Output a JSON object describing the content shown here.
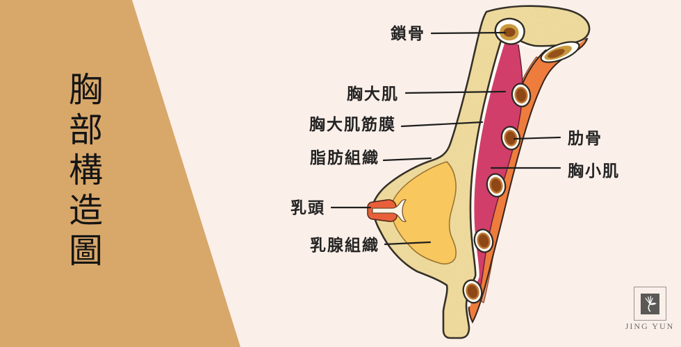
{
  "page": {
    "background_color": "#FBEFE9"
  },
  "side_panel": {
    "title": "胸部構造圖",
    "panel_color": "#D8A76A",
    "title_color": "#151515"
  },
  "diagram": {
    "description": "breast-cross-section-anatomy-illustration",
    "labels": {
      "clavicle": "鎖骨",
      "pectoralis_major": "胸大肌",
      "pectoralis_major_fascia": "胸大肌筋膜",
      "adipose_tissue": "脂肪組織",
      "nipple": "乳頭",
      "mammary_gland": "乳腺組織",
      "rib": "肋骨",
      "pectoralis_minor": "胸小肌"
    },
    "colors": {
      "skin": "#F2DEA1",
      "outline": "#2E2A24",
      "mammary_gland": "#F8C75E",
      "nipple": "#E8603A",
      "pectoralis_major": "#D23E6A",
      "pectoralis_minor": "#F19B74",
      "intercostal_muscle": "#EE7C3D",
      "bone_ring": "#C8993E",
      "bone_center": "#8F4716",
      "fascia": "#FDFBF4"
    }
  },
  "logo": {
    "text": "JING YUN",
    "icon": "bird-of-paradise-flower-icon",
    "box_color": "#5A5956"
  }
}
